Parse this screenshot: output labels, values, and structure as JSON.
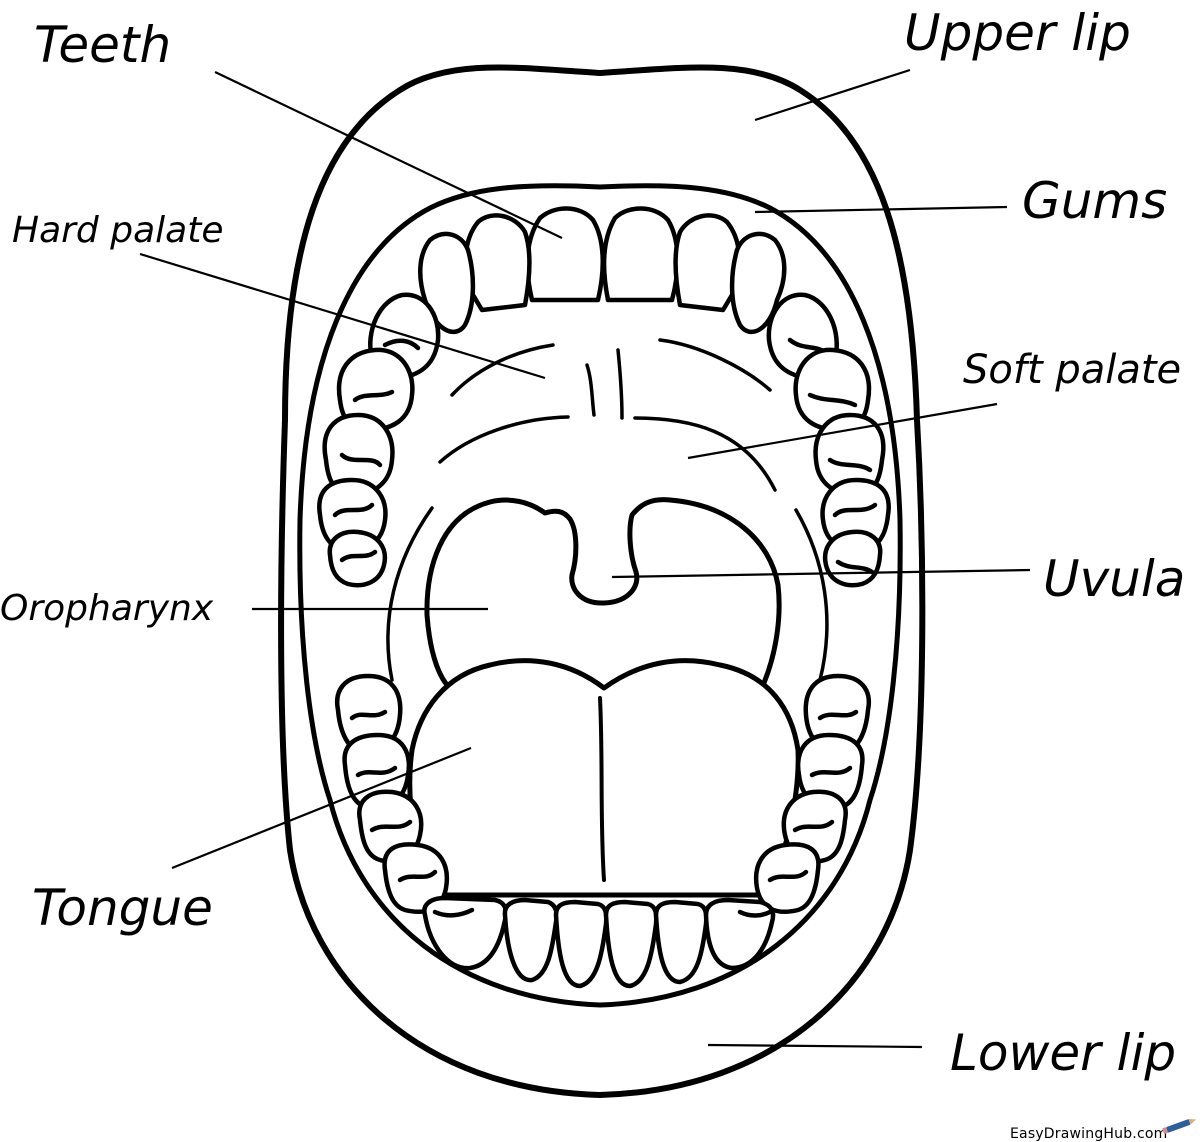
{
  "labels": {
    "teeth": "Teeth",
    "upper_lip": "Upper lip",
    "gums": "Gums",
    "hard_palate": "Hard palate",
    "soft_palate": "Soft palate",
    "uvula": "Uvula",
    "oropharynx": "Oropharynx",
    "tongue": "Tongue",
    "lower_lip": "Lower lip"
  },
  "watermark": {
    "text": "EasyDrawingHub.com",
    "icon": "pencil-icon"
  },
  "colors": {
    "ink": "#000000",
    "background": "#ffffff",
    "pencil_body": "#2f5f9a"
  }
}
